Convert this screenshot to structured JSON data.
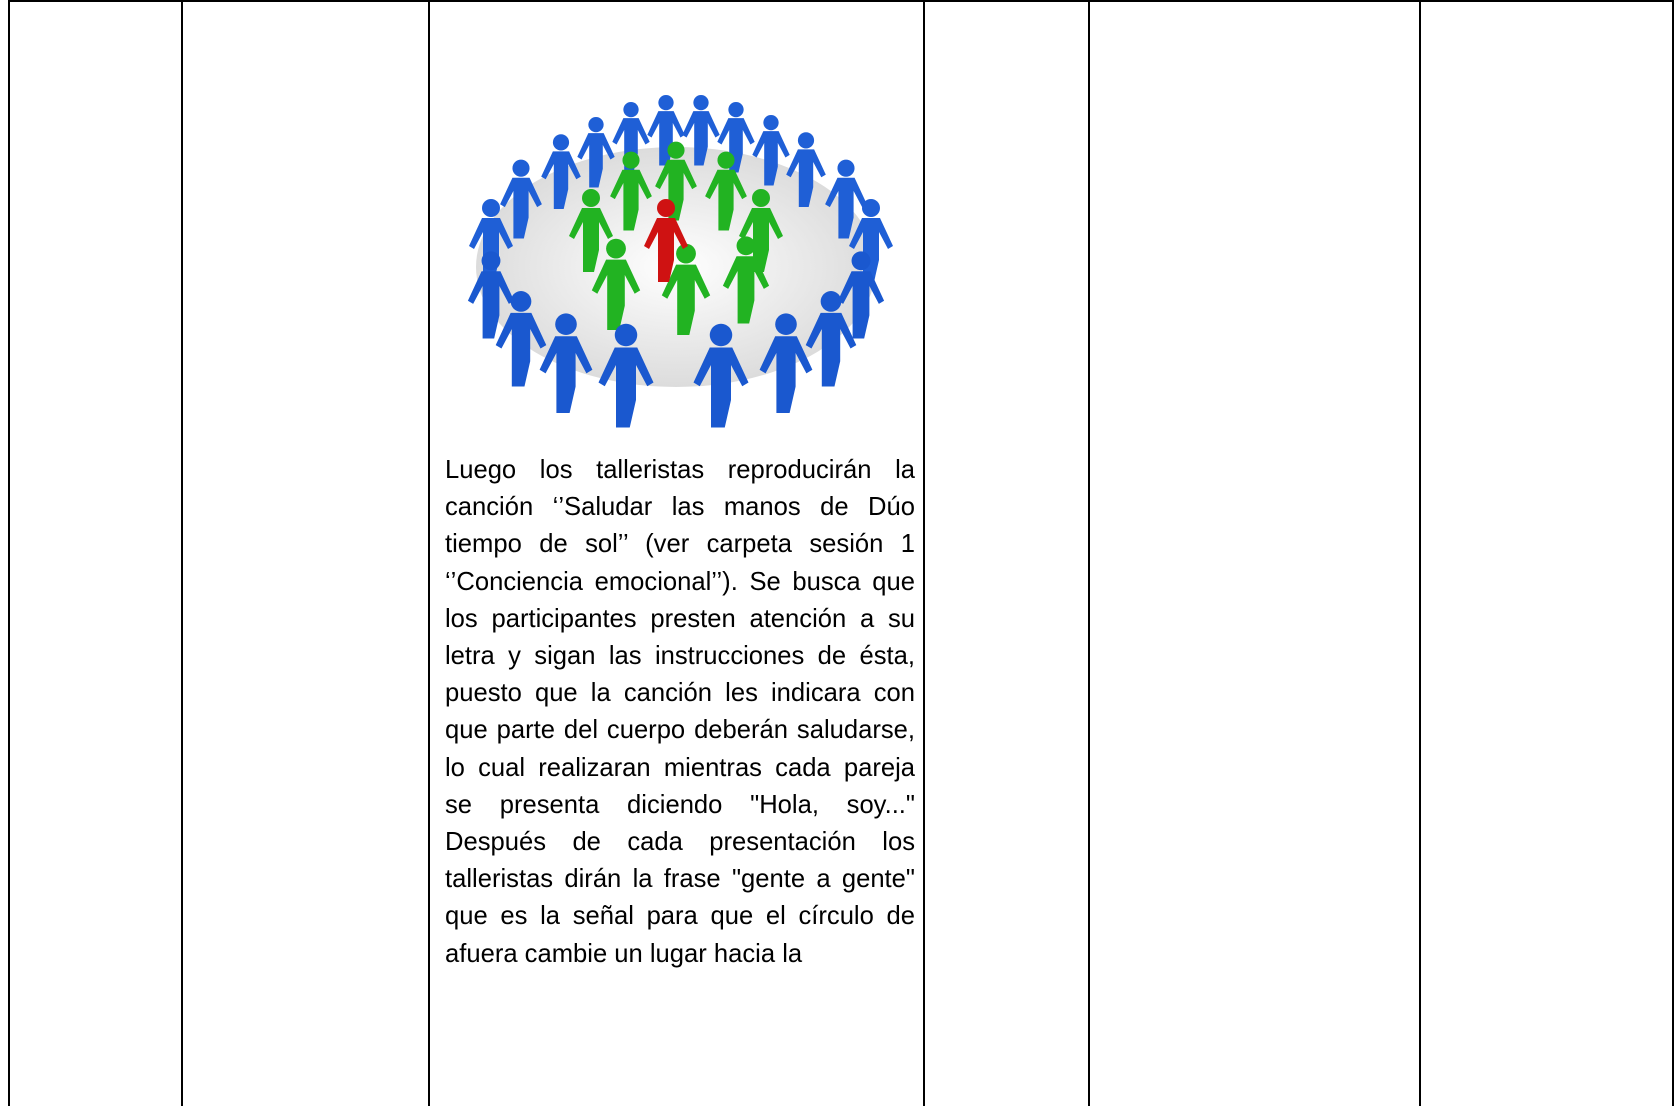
{
  "document": {
    "table": {
      "columns": 6,
      "activity_cell": {
        "illustration": {
          "icon": "people-circle-illustration",
          "colors": {
            "outer_ring": "#1565d8",
            "inner_ring": "#2fb52f",
            "center": "#d01010",
            "floor": "#e6e6e6"
          }
        },
        "paragraph": "Luego los talleristas reproducirán la canción ‘’Saludar las manos de Dúo tiempo de sol’’ (ver carpeta sesión 1 ‘’Conciencia emocional’’). Se busca que los participantes presten atención a su letra y sigan las instrucciones de ésta, puesto que la canción les indicara con que parte del cuerpo deberán saludarse, lo cual realizaran mientras cada pareja se presenta diciendo \"Hola, soy...\" Después de cada presentación los talleristas dirán la frase \"gente a gente\" que es la señal para que el círculo de afuera cambie un lugar hacia la"
      }
    }
  }
}
